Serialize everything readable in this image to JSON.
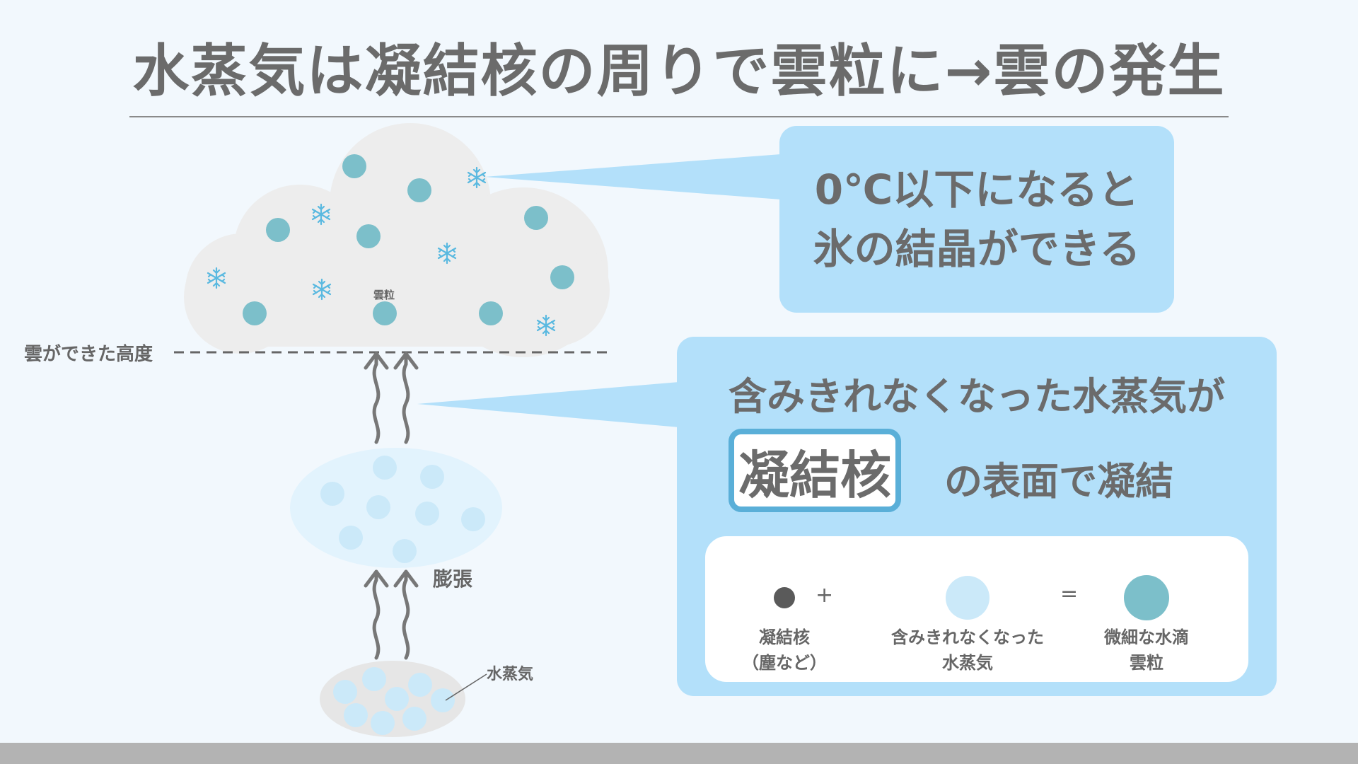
{
  "title": "水蒸気は凝結核の周りで雲粒に→雲の発生",
  "labels": {
    "cloud_altitude": "雲ができた高度",
    "cloud_particle": "雲粒",
    "expansion": "膨張",
    "water_vapor": "水蒸気"
  },
  "callout_ice": {
    "line1": "0℃以下になると",
    "line2": "氷の結晶ができる"
  },
  "callout_nuclei": {
    "line1": "含みきれなくなった水蒸気が",
    "highlight": "凝結核",
    "line2_rest": "の表面で凝結"
  },
  "legend": {
    "plus": "+",
    "equals": "=",
    "nucleus": {
      "line1": "凝結核",
      "line2": "（塵など）"
    },
    "vapor": {
      "line1": "含みきれなくなった",
      "line2": "水蒸気"
    },
    "droplet": {
      "line1": "微細な水滴",
      "line2": "雲粒"
    }
  },
  "colors": {
    "background": "#f2f8fd",
    "callout": "#b3e0fa",
    "highlight_border": "#5aafd8",
    "droplet": "#7cbfca",
    "vapor": "#cbe9f9",
    "nucleus": "#5a5a5a",
    "cloud": "#ededed",
    "snowflake": "#5ab9e0",
    "text": "#6b6b6b",
    "footer": "#b3b3b3"
  },
  "icons": [
    "snowflake-icon",
    "upward-wavy-arrow-icon"
  ]
}
